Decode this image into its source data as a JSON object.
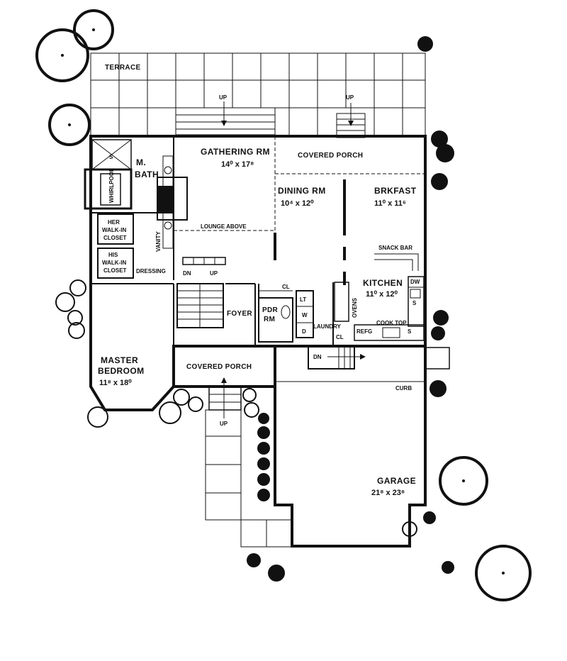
{
  "rooms": {
    "terrace": "TERRACE",
    "gathering": "GATHERING RM",
    "gathering_dim": "14⁰ x 17⁸",
    "covered_porch_top": "COVERED PORCH",
    "m_bath_1": "M.",
    "m_bath_2": "BATH",
    "whirlpool": "WHIRLPOOL",
    "shower": "S",
    "dining": "DINING RM",
    "dining_dim": "10⁴ x 12⁰",
    "brkfast": "BRKFAST",
    "brkfast_dim": "11⁰ x 11⁶",
    "lounge": "LOUNGE ABOVE",
    "vanity": "VANITY",
    "her_closet_1": "HER",
    "her_closet_2": "WALK-IN",
    "her_closet_3": "CLOSET",
    "his_closet_1": "HIS",
    "his_closet_2": "WALK-IN",
    "his_closet_3": "CLOSET",
    "dressing": "DRESSING",
    "snack_bar": "SNACK BAR",
    "kitchen": "KITCHEN",
    "kitchen_dim": "11⁰ x 12⁰",
    "dw": "DW",
    "sink": "S",
    "foyer": "FOYER",
    "pdr_1": "PDR",
    "pdr_2": "RM",
    "cl_1": "CL",
    "cl_2": "CL",
    "laundry": "LAUNDRY",
    "ovens": "OVENS",
    "refg": "REFG",
    "cook_top": "COOK TOP",
    "sink2": "S",
    "washer": "W",
    "dryer": "D",
    "lt": "LT",
    "master_1": "MASTER",
    "master_2": "BEDROOM",
    "master_dim": "11⁸ x 18⁰",
    "covered_porch_bottom": "COVERED PORCH",
    "curb": "CURB",
    "garage": "GARAGE",
    "garage_dim": "21⁸ x 23⁸"
  },
  "stairs": {
    "up_terrace_1": "UP",
    "up_terrace_2": "UP",
    "dn_hall": "DN",
    "up_hall": "UP",
    "dn_garage": "DN",
    "up_entry": "UP"
  }
}
